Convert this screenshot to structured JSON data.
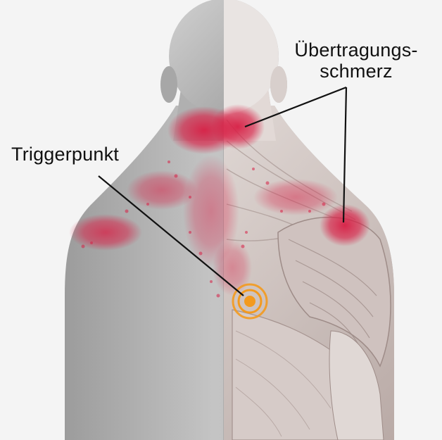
{
  "labels": {
    "trigger_point": "Triggerpunkt",
    "referred_pain_line1": "Übertragungs-",
    "referred_pain_line2": "schmerz"
  },
  "colors": {
    "background": "#f4f4f4",
    "skin": "#b9b9b9",
    "muscle": "#d9cfcc",
    "pain": "#d81f45",
    "trigger": "#f39a1e",
    "leader_line": "#111111"
  }
}
